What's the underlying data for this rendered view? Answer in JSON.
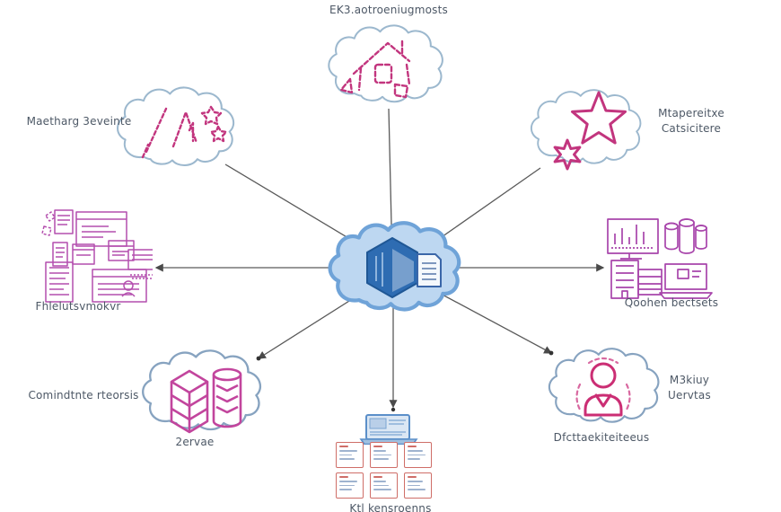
{
  "colors": {
    "pink_sketch": "#c2357e",
    "purple_cluster": "#a94aab",
    "magenta_db": "#c2459d",
    "person_pink": "#cb2e74",
    "center_cloud_fill": "#bdd7f1",
    "center_cloud_stroke": "#6fa3d8",
    "cloud_outline": "#93afc9",
    "connector_gray": "#5a5a5a",
    "laptop_blue": "#5b8fc9",
    "card_red": "#cf6e68",
    "label_text": "#4d5866"
  },
  "nodes": {
    "top": {
      "label": "EK3.aotroeniugmosts"
    },
    "upper_left": {
      "label": "Maetharg 3eveinte"
    },
    "upper_right": {
      "label_line1": "Mtapereitxe",
      "label_line2": "Catsicitere"
    },
    "mid_left": {
      "label": "Fhlelutsvmokvr"
    },
    "mid_right": {
      "label": "Qoohen bectsets"
    },
    "lower_left": {
      "label": "Comindtnte rteorsis",
      "sublabel": "2ervae"
    },
    "lower_right": {
      "label_line1": "M3kiuy",
      "label_line2": "Uervtas",
      "sublabel": "Dfcttaekiteiteeus"
    },
    "bottom": {
      "label": "Ktl kensroenns"
    }
  }
}
